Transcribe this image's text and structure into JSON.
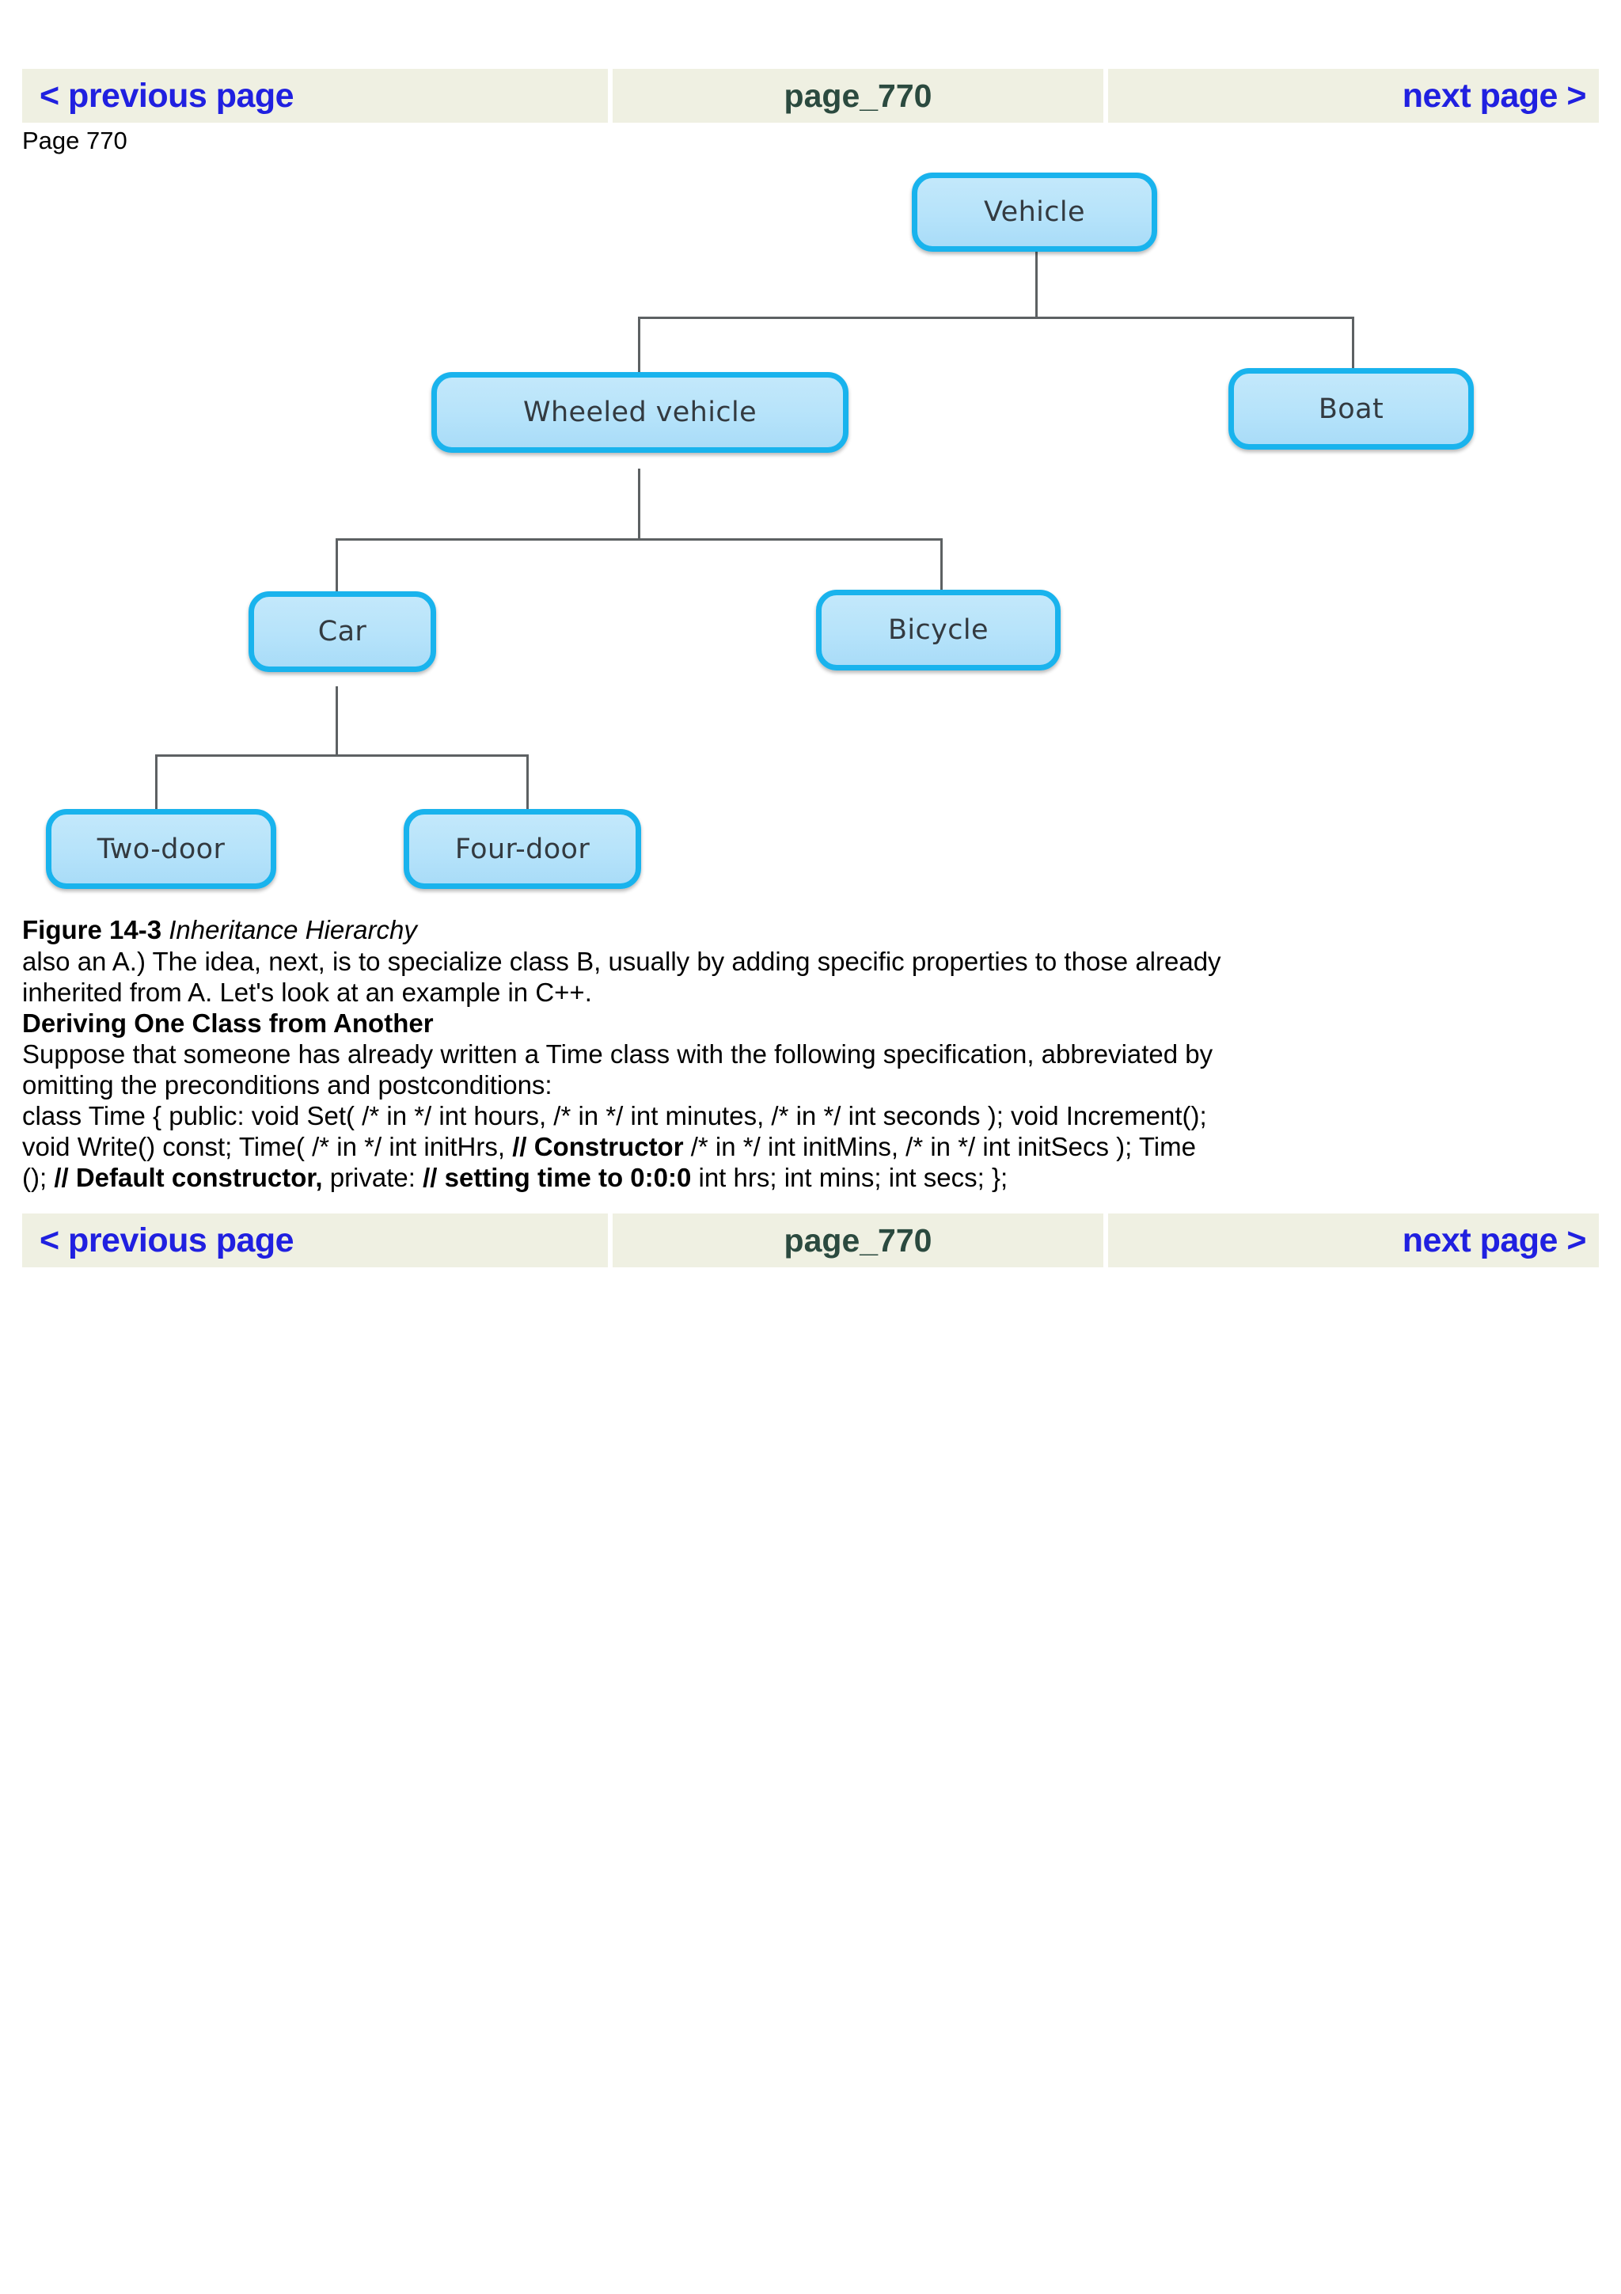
{
  "nav": {
    "prev_label": "< previous page",
    "page_label": "page_770",
    "next_label": "next page >"
  },
  "page_marker": "Page 770",
  "figure": {
    "caption_label": "Figure 14-3",
    "caption_title": "Inheritance Hierarchy",
    "nodes": {
      "vehicle": "Vehicle",
      "wheeled_vehicle": "Wheeled vehicle",
      "boat": "Boat",
      "car": "Car",
      "bicycle": "Bicycle",
      "two_door": "Two-door",
      "four_door": "Four-door"
    },
    "colors": {
      "node_border": "#19b3ed",
      "node_fill": "#b6e3fa",
      "edge": "#5d6163",
      "node_text": "#333a40"
    }
  },
  "body": {
    "para1_line1": "also an A.) The idea, next, is to specialize class B, usually by adding specific properties to those already",
    "para1_line2": "inherited from A. Let's look at an example in C++.",
    "heading": "Deriving One Class from Another",
    "para2_line1": "Suppose that someone has already written a Time class with the following specification, abbreviated by",
    "para2_line2": "omitting the preconditions and postconditions:",
    "code_line1": "class Time { public: void Set( /* in */ int hours, /* in */ int minutes, /* in */ int seconds ); void Increment();",
    "code_line2_a": "void Write() const; Time( /* in */ int initHrs,",
    "code_line2_b": "// Constructor",
    "code_line2_c": "/* in */ int initMins, /* in */ int initSecs ); Time",
    "code_line3_a": "();",
    "code_line3_b": "// Default constructor,",
    "code_line3_c": "private:",
    "code_line3_d": "// setting time to 0:0:0",
    "code_line3_e": "int hrs; int mins; int secs; };"
  },
  "nav_colors": {
    "bar_background": "#eff0e2",
    "link": "#2020e0",
    "page_text": "#2b4a3f"
  }
}
